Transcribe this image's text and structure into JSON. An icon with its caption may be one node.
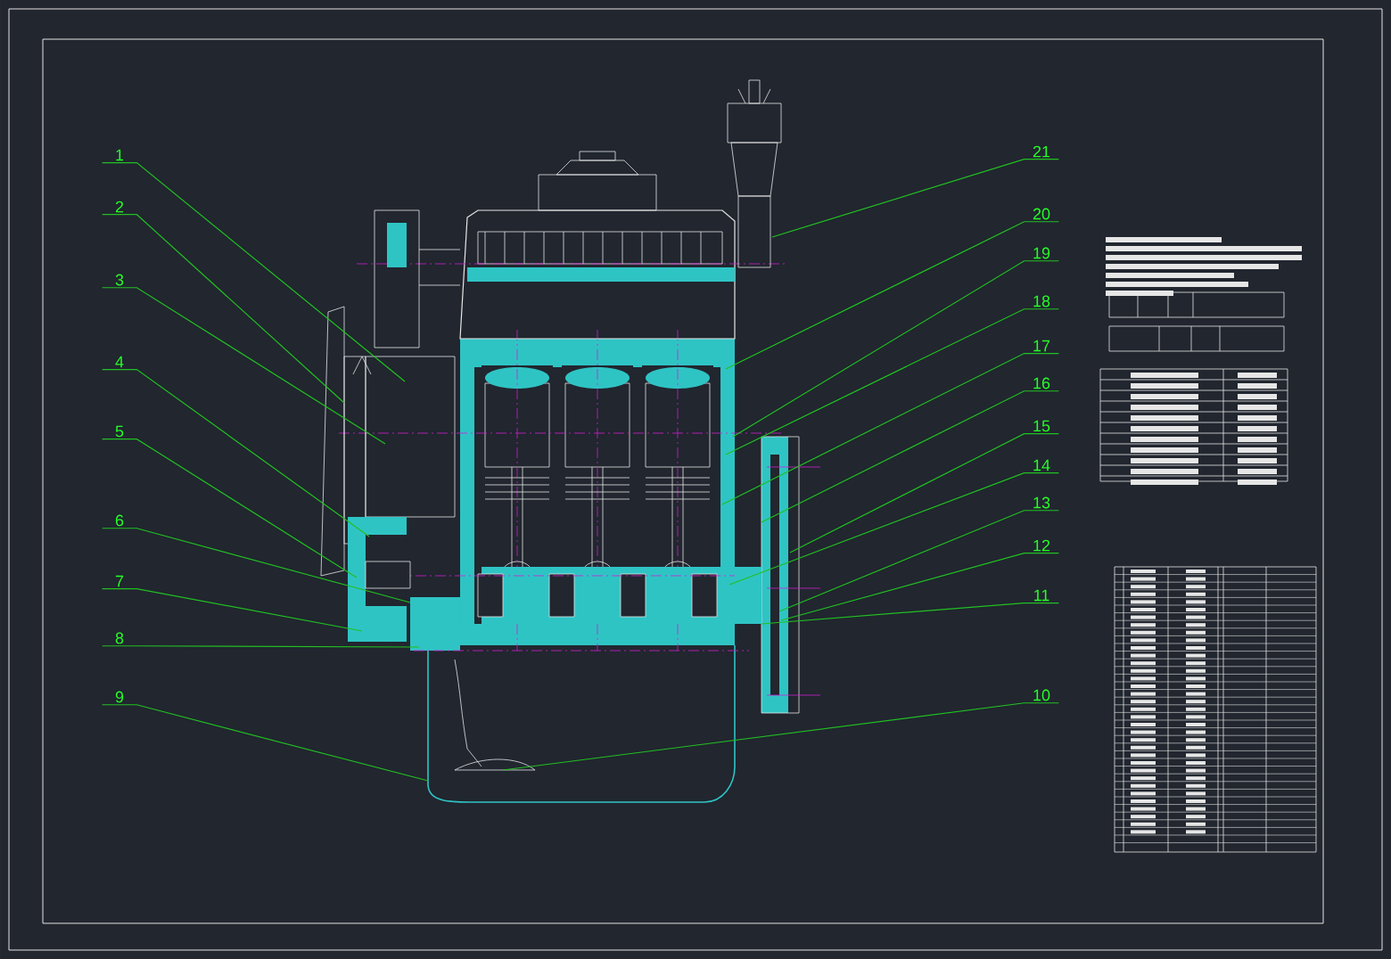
{
  "diagram": {
    "nodes": [
      {
        "text": [
          "1"
        ]
      },
      {
        "text": [
          "2"
        ]
      },
      {
        "text": [
          "3"
        ]
      },
      {
        "text": [
          "4"
        ]
      },
      {
        "text": [
          "5"
        ]
      },
      {
        "text": [
          "6"
        ]
      },
      {
        "text": [
          "7"
        ]
      },
      {
        "text": [
          "8"
        ]
      },
      {
        "text": [
          "9"
        ]
      },
      {
        "text": [
          "10"
        ]
      },
      {
        "text": [
          "11"
        ]
      },
      {
        "text": [
          "12"
        ]
      },
      {
        "text": [
          "13"
        ]
      },
      {
        "text": [
          "14"
        ]
      },
      {
        "text": [
          "15"
        ]
      },
      {
        "text": [
          "16"
        ]
      },
      {
        "text": [
          "17"
        ]
      },
      {
        "text": [
          "18"
        ]
      },
      {
        "text": [
          "19"
        ]
      },
      {
        "text": [
          "20"
        ]
      },
      {
        "text": [
          "21"
        ]
      }
    ],
    "edges": [
      {
        "from": 0,
        "to": null,
        "arrow": "none"
      },
      {
        "from": 1,
        "to": null,
        "arrow": "none"
      },
      {
        "from": 2,
        "to": null,
        "arrow": "none"
      },
      {
        "from": 3,
        "to": null,
        "arrow": "none"
      },
      {
        "from": 4,
        "to": null,
        "arrow": "none"
      },
      {
        "from": 5,
        "to": null,
        "arrow": "none"
      },
      {
        "from": 6,
        "to": null,
        "arrow": "none"
      },
      {
        "from": 7,
        "to": null,
        "arrow": "none"
      },
      {
        "from": 8,
        "to": null,
        "arrow": "none"
      },
      {
        "from": 9,
        "to": null,
        "arrow": "none"
      },
      {
        "from": 10,
        "to": null,
        "arrow": "none"
      },
      {
        "from": 11,
        "to": null,
        "arrow": "none"
      },
      {
        "from": 12,
        "to": null,
        "arrow": "none"
      },
      {
        "from": 13,
        "to": null,
        "arrow": "none"
      },
      {
        "from": 14,
        "to": null,
        "arrow": "none"
      },
      {
        "from": 15,
        "to": null,
        "arrow": "none"
      },
      {
        "from": 16,
        "to": null,
        "arrow": "none"
      },
      {
        "from": 17,
        "to": null,
        "arrow": "none"
      },
      {
        "from": 18,
        "to": null,
        "arrow": "none"
      },
      {
        "from": 19,
        "to": null,
        "arrow": "none"
      },
      {
        "from": 20,
        "to": null,
        "arrow": "none"
      }
    ]
  }
}
